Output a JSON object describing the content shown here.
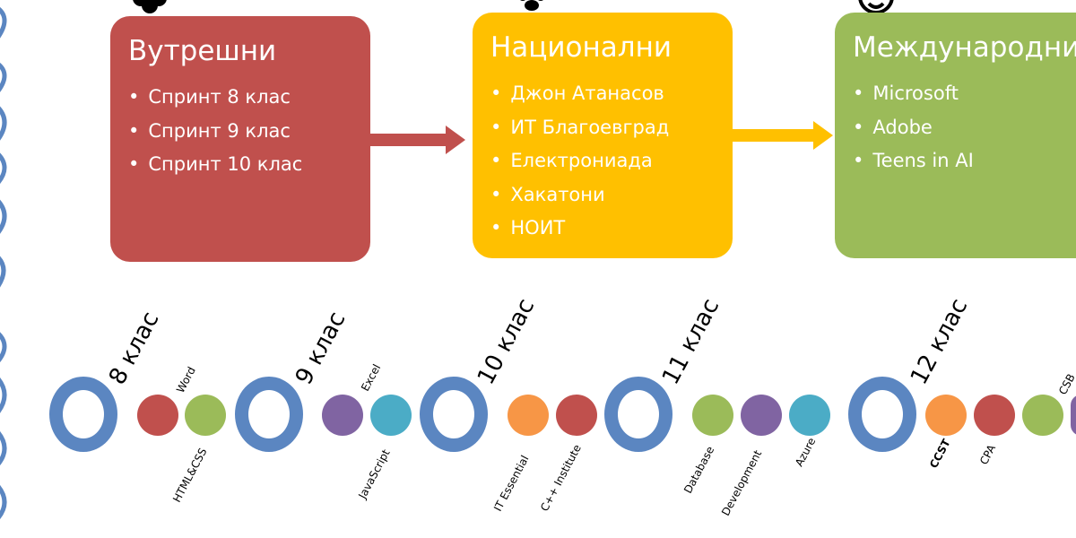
{
  "colors": {
    "internal": "#c0504d",
    "national": "#ffc000",
    "international": "#9bbb59",
    "ring": "#5b86c1",
    "red": "#c0504d",
    "green": "#9bbb59",
    "purple": "#8064a2",
    "teal": "#4bacc6",
    "orange": "#f79646"
  },
  "competitions": {
    "internal": {
      "title": "Вутрешни",
      "items": [
        "Спринт 8 клас",
        "Спринт 9 клас",
        "Спринт 10 клас"
      ]
    },
    "national": {
      "title": "Национални",
      "items": [
        "Джон Атанасов",
        "ИТ Благоевград",
        "Електрониада",
        "Хакатони",
        "НОИТ"
      ]
    },
    "international": {
      "title": "Международни",
      "items": [
        "Microsoft",
        "Adobe",
        "Teens in AI"
      ]
    }
  },
  "grades": [
    "8 клас",
    "9 клас",
    "10 клас",
    "11 клас",
    "12 клас"
  ],
  "skills": {
    "word": "Word",
    "html_css": "HTML&CSS",
    "excel": "Excel",
    "javascript": "JavaScript",
    "it_essential": "IT Essential",
    "cpp_institute": "C++ Institute",
    "database": "Database",
    "development": "Development",
    "azure": "Azure",
    "ccst": "CCST",
    "cpa": "CPA",
    "csb": "CSB"
  }
}
